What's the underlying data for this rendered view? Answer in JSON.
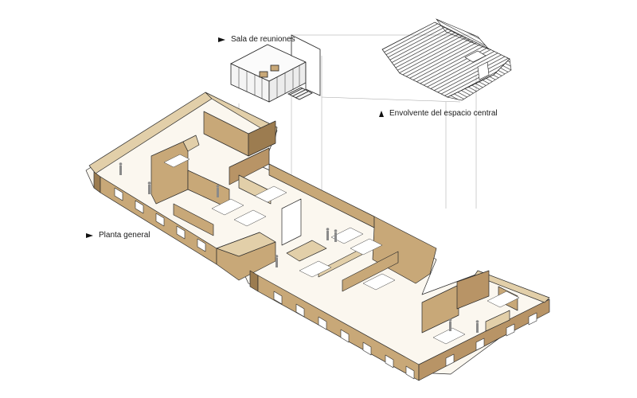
{
  "labels": {
    "meeting_room": "Sala de reuniones",
    "central_envelope": "Envolvente del espacio central",
    "floor_plan": "Planta general"
  },
  "colors": {
    "wood": "#c8a878",
    "wood_light": "#e2cfa9",
    "wood_dark": "#9c7c50",
    "floor": "#fbf7ef",
    "line": "#2a2a2a",
    "guide": "#9a9a9a"
  },
  "icons": {
    "pointer_right": "arrow-right-icon",
    "pointer_up": "arrow-up-icon"
  }
}
